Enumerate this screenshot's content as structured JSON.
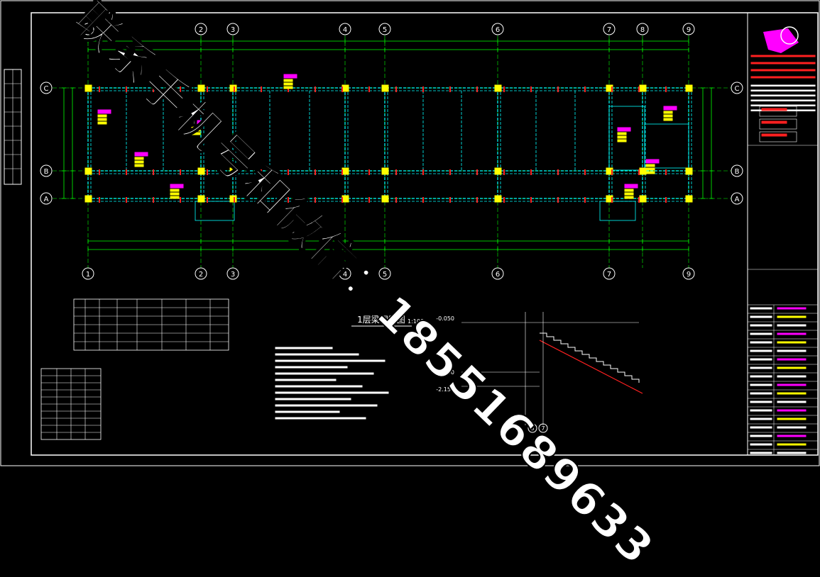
{
  "drawing": {
    "title": "1层梁钢筋图",
    "scale": "1:100",
    "grid_top": [
      "1",
      "2",
      "3",
      "4",
      "5",
      "6",
      "7",
      "8",
      "9"
    ],
    "grid_bottom": [
      "1",
      "2",
      "3",
      "4",
      "5",
      "6",
      "7",
      "9"
    ],
    "rows": [
      "C",
      "B",
      "A"
    ],
    "section_axis_labels": [
      "3",
      "7"
    ],
    "stair_levels": [
      "-0.050",
      "-1.650",
      "-2.150"
    ]
  },
  "watermark": {
    "line1": "联系手机号和微信：18551689633"
  },
  "colors": {
    "background": "#000000",
    "frame": "#ffffff",
    "grid": "#00ff00",
    "beam": "#00ffff",
    "column": "#ffff00",
    "label_magenta": "#ff00ff",
    "label_red": "#ff2020"
  },
  "icons": [
    "logo-icon"
  ]
}
